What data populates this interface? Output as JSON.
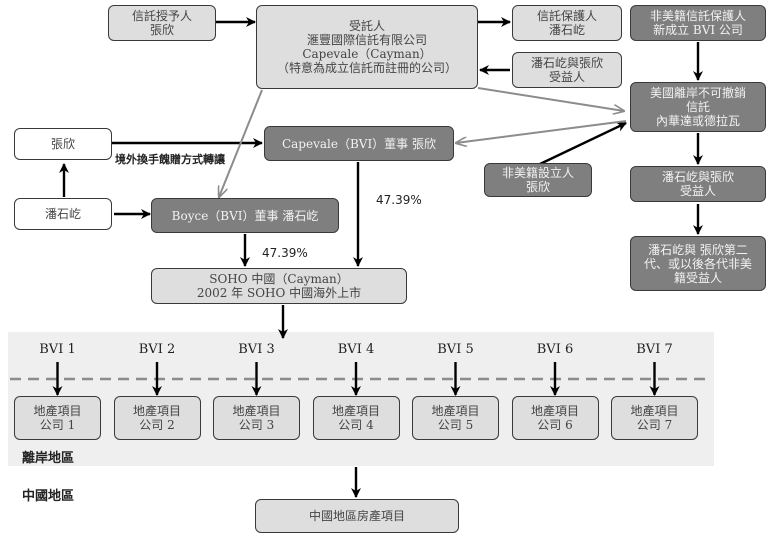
{
  "colors": {
    "light_box": "#dedede",
    "dark_box": "#7f7f7f",
    "region_bg": "#efefef",
    "arrow_black": "#000000",
    "arrow_gray": "#8c8c8c"
  },
  "nodes": {
    "settlor": {
      "lines": [
        "信託授予人",
        "張欣"
      ]
    },
    "trustee": {
      "lines": [
        "受託人",
        "滙豐國際信託有限公司",
        "Capevale（Cayman）",
        "（特意為成立信託而註冊的公司）"
      ]
    },
    "protector": {
      "lines": [
        "信託保護人",
        "潘石屹"
      ]
    },
    "nonus_protector": {
      "lines": [
        "非美籍信託保護人",
        "新成立 BVI 公司"
      ]
    },
    "beneficiaries_top": {
      "lines": [
        "潘石屹與張欣",
        "受益人"
      ]
    },
    "us_trust": {
      "lines": [
        "美國離岸不可撤銷",
        "信託",
        "內華達或德拉瓦"
      ]
    },
    "zhang_xin": {
      "lines": [
        "張欣"
      ]
    },
    "pan_shiyi": {
      "lines": [
        "潘石屹"
      ]
    },
    "capevale_bvi": {
      "lines": [
        "Capevale（BVI）董事 張欣"
      ]
    },
    "boyce_bvi": {
      "lines": [
        "Boyce（BVI）董事 潘石屹"
      ]
    },
    "nonus_founder": {
      "lines": [
        "非美籍設立人",
        "張欣"
      ]
    },
    "beneficiaries_right": {
      "lines": [
        "潘石屹與張欣",
        "受益人"
      ]
    },
    "next_gen": {
      "lines": [
        "潘石屹與 張欣第二",
        "代、或以後各代非美",
        "籍受益人"
      ]
    },
    "soho_china": {
      "lines": [
        "SOHO 中國（Cayman）",
        "2002 年 SOHO 中國海外上市"
      ]
    },
    "china_projects": {
      "lines": [
        "中國地區房產項目"
      ]
    }
  },
  "labels": {
    "transfer_note": "境外換手餽贈方式轉讓",
    "pct_capevale": "47.39%",
    "pct_boyce": "47.39%",
    "offshore_region": "離岸地區",
    "china_region": "中國地區"
  },
  "bvi": [
    {
      "name": "BVI 1",
      "company": [
        "地產項目",
        "公司 1"
      ]
    },
    {
      "name": "BVI 2",
      "company": [
        "地產項目",
        "公司 2"
      ]
    },
    {
      "name": "BVI 3",
      "company": [
        "地產項目",
        "公司 3"
      ]
    },
    {
      "name": "BVI 4",
      "company": [
        "地產項目",
        "公司 4"
      ]
    },
    {
      "name": "BVI 5",
      "company": [
        "地產項目",
        "公司 5"
      ]
    },
    {
      "name": "BVI 6",
      "company": [
        "地產項目",
        "公司 6"
      ]
    },
    {
      "name": "BVI 7",
      "company": [
        "地產項目",
        "公司 7"
      ]
    }
  ]
}
